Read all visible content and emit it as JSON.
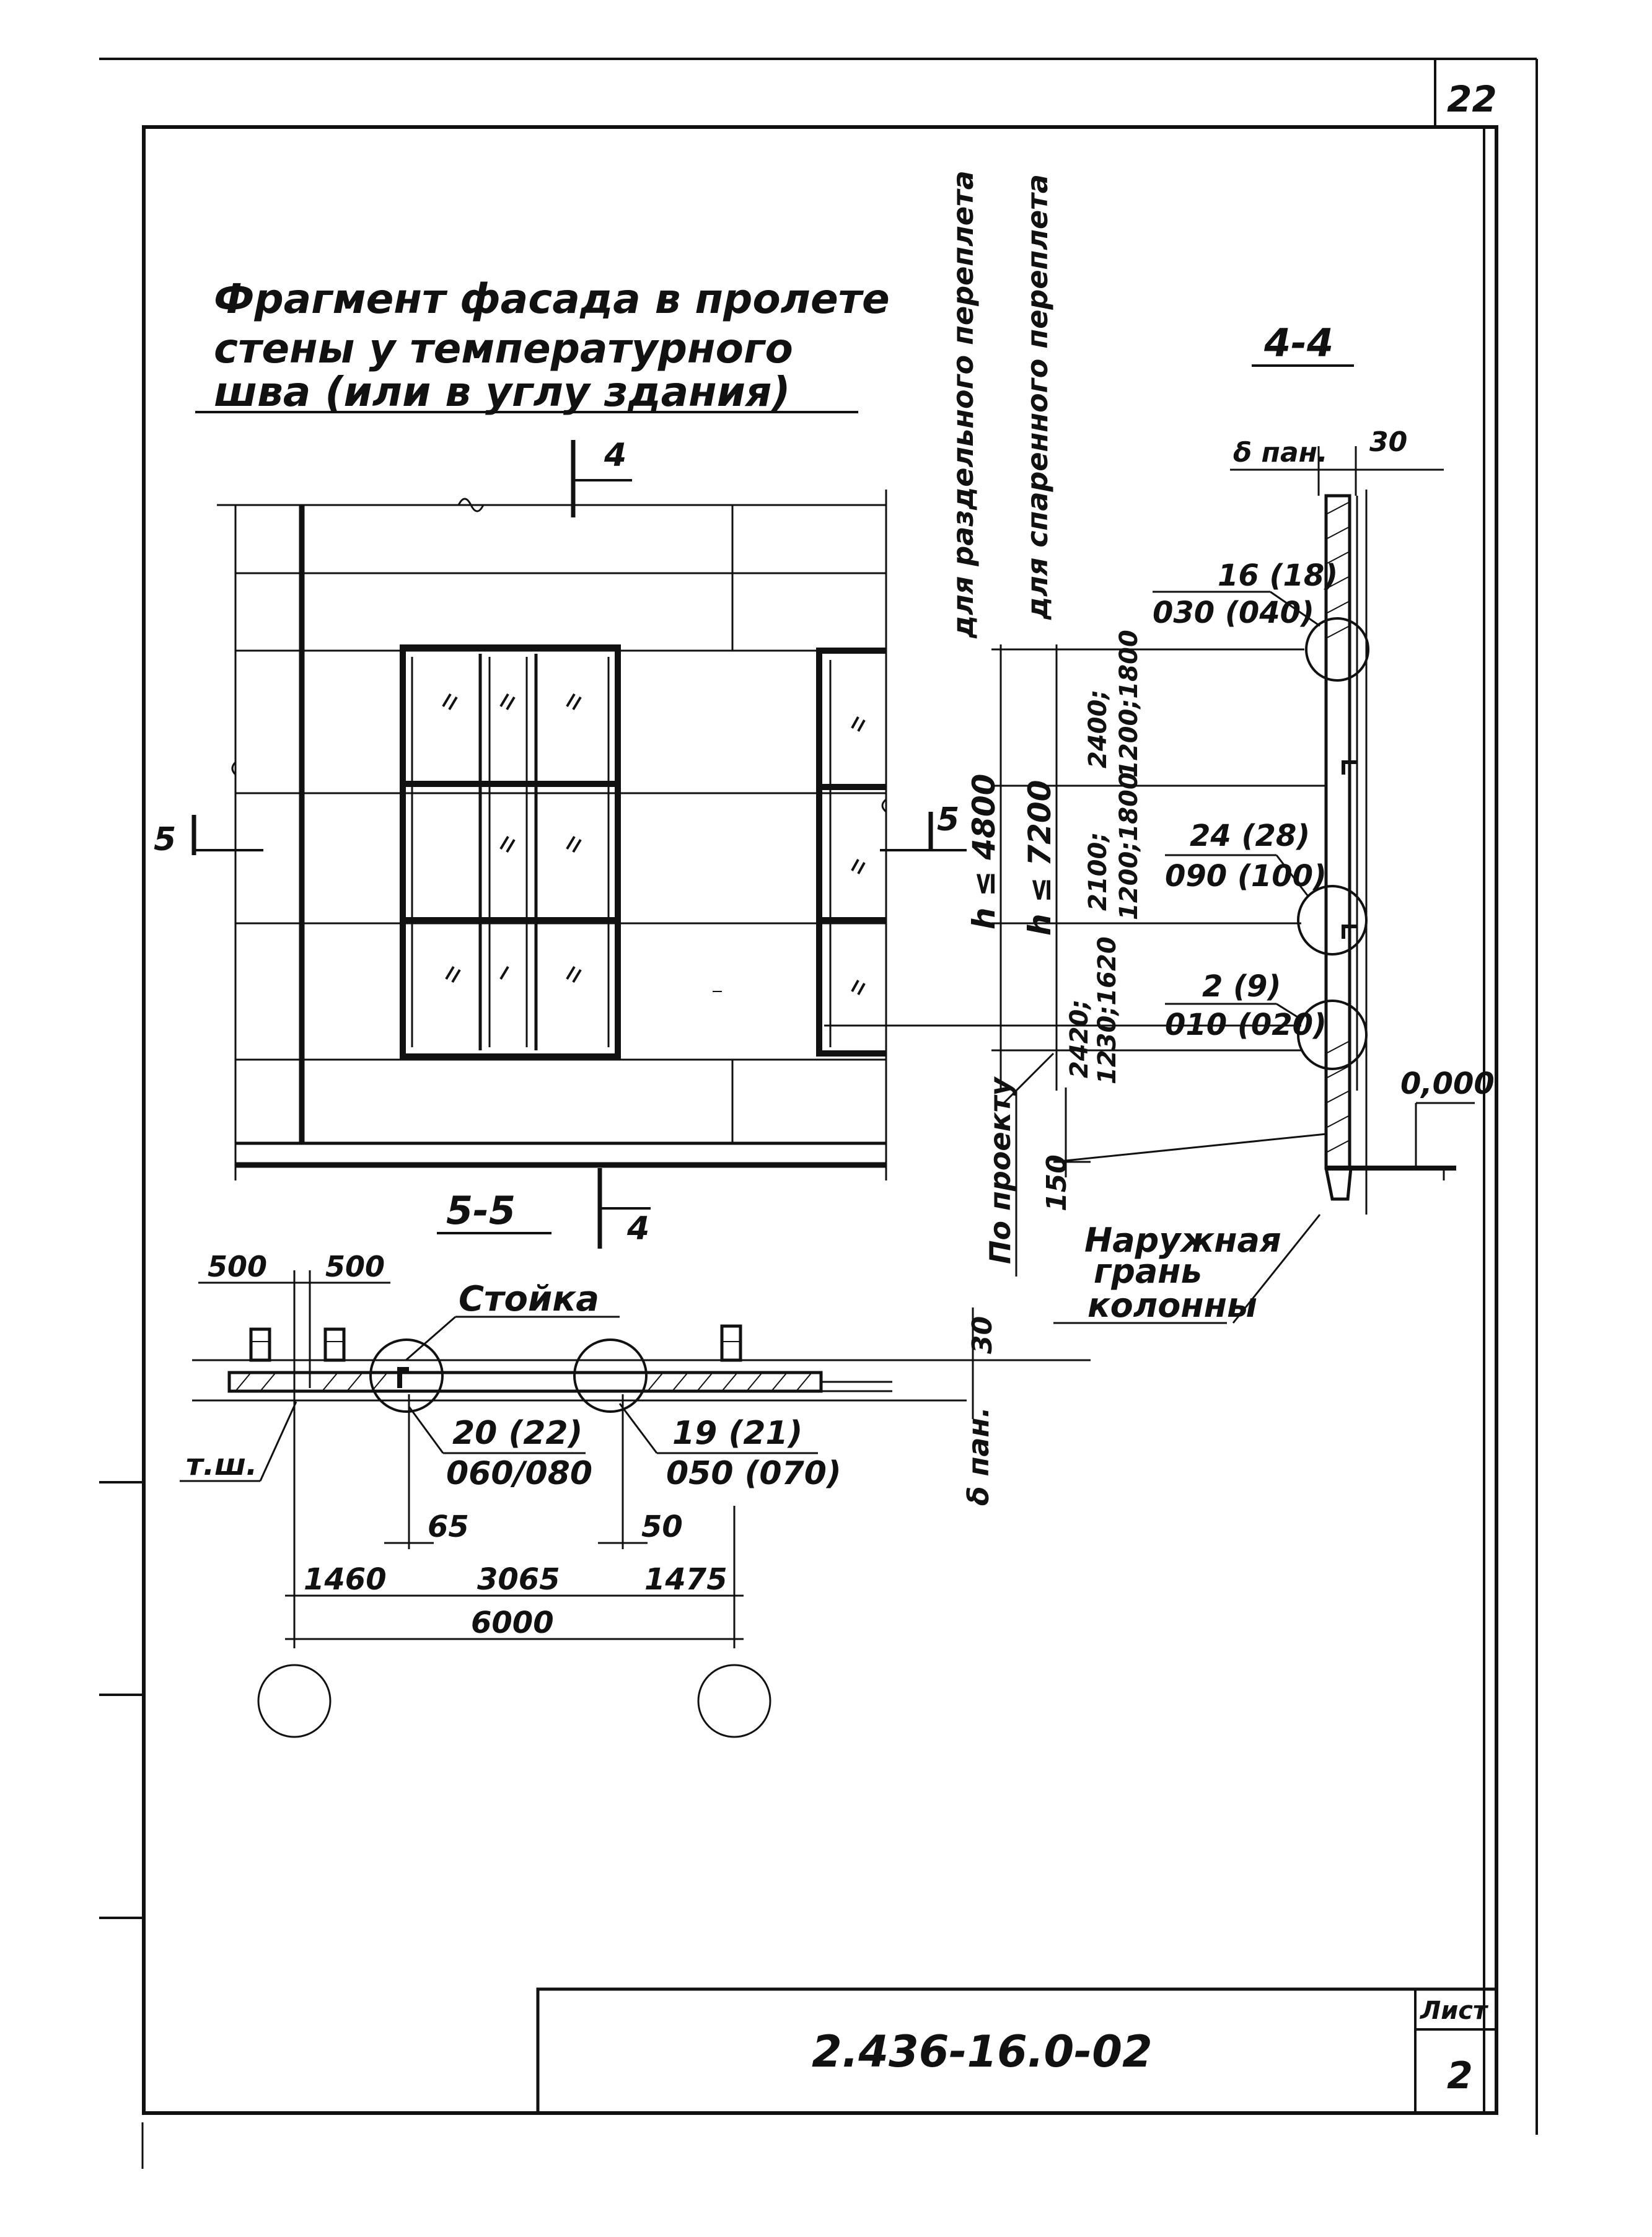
{
  "sheet": {
    "corner_number": "22",
    "doc_code": "2.436-16.0-02",
    "list_label": "Лист",
    "list_number": "2"
  },
  "facade": {
    "title_lines": [
      "Фрагмент фасада в пролете",
      "стены у температурного",
      "шва (или в углу здания)"
    ],
    "section_4": "4",
    "section_5": "5"
  },
  "section_44": {
    "title": "4-4",
    "delta_label": "δ пан.",
    "top_dim": "30",
    "vert_header_1": "для раздельного переплета",
    "vert_header_2": "для спаренного переплета",
    "h_label_1": "h ≤ 4800",
    "h_label_2": "h ≤ 7200",
    "dims_col1": [
      "2400;",
      "2100;",
      "2420;"
    ],
    "dims_col2": [
      "1200;1800",
      "1200;1800",
      "1230;1620"
    ],
    "callouts": [
      {
        "top": "16 (18)",
        "bottom": "030 (040)"
      },
      {
        "top": "24 (28)",
        "bottom": "090 (100)"
      },
      {
        "top": "2 (9)",
        "bottom": "010 (020)"
      }
    ],
    "zero_mark": "0,000",
    "bottom_dim": "150",
    "po_proektu": "По проекту",
    "note_lines": [
      "Наружная",
      "грань",
      "колонны"
    ]
  },
  "section_55": {
    "title": "5-5",
    "dims_top": [
      "500",
      "500"
    ],
    "stoika": "Стойка",
    "tsh": "т.ш.",
    "callout_left": {
      "top": "20 (22)",
      "bottom": "060/080"
    },
    "callout_right": {
      "top": "19 (21)",
      "bottom": "050 (070)"
    },
    "dim_30": "30",
    "delta_label": "δ пан.",
    "dim_65": "65",
    "dim_50": "50",
    "dims_row": [
      "1460",
      "3065",
      "1475"
    ],
    "dim_total": "6000"
  }
}
